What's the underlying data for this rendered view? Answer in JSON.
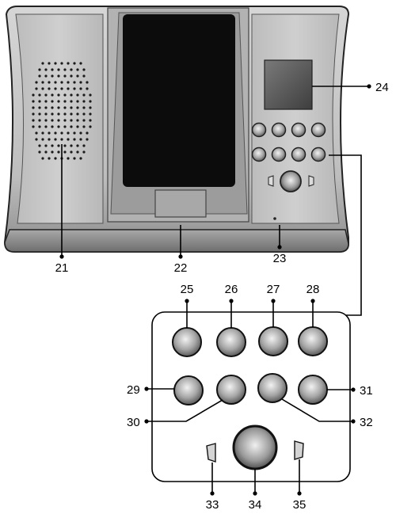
{
  "callouts": {
    "c21": "21",
    "c22": "22",
    "c23": "23",
    "c24": "24",
    "c25": "25",
    "c26": "26",
    "c27": "27",
    "c28": "28",
    "c29": "29",
    "c30": "30",
    "c31": "31",
    "c32": "32",
    "c33": "33",
    "c34": "34",
    "c35": "35"
  },
  "colors": {
    "body_light": "#d2d2d2",
    "body_dark": "#8a8a8a",
    "screen": "#0a0a0a",
    "button_light": "#eeeeee",
    "button_dark": "#555555",
    "line": "#000000"
  }
}
